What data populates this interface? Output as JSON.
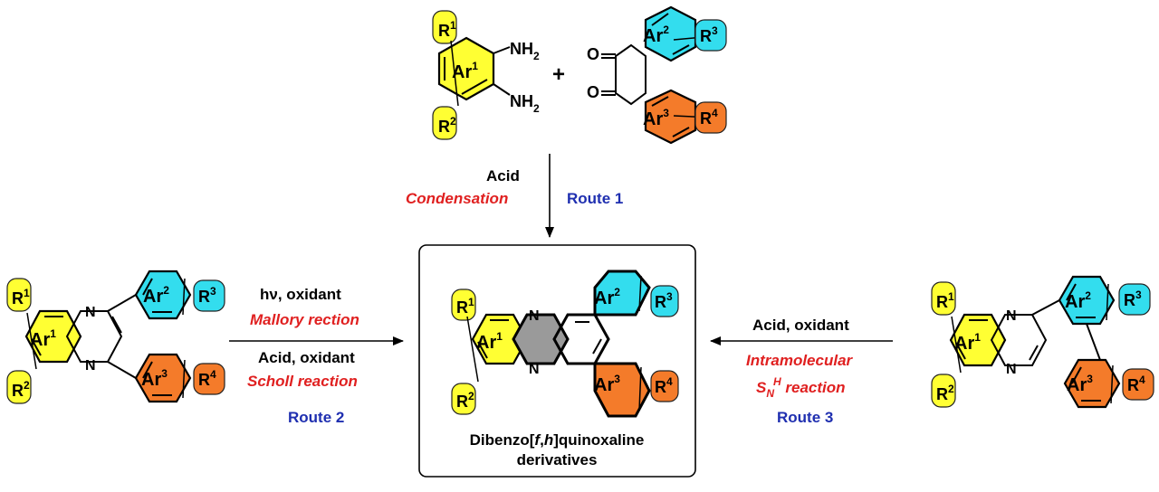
{
  "colors": {
    "ar1": "#ffff33",
    "ar2": "#33ddee",
    "ar3": "#f47b2a",
    "grey": "#9a9a9a",
    "red": "#e02020",
    "blue": "#1f2fb0",
    "black": "#000000"
  },
  "labels": {
    "R": "R",
    "Ar": "Ar",
    "N": "N",
    "O": "O",
    "NH": "NH",
    "sub2": "2",
    "plus": "+",
    "sup1": "1",
    "sup2": "2",
    "sup3": "3",
    "sup4": "4"
  },
  "route1": {
    "reagent": "Acid",
    "reaction": "Condensation",
    "name": "Route 1"
  },
  "route2": {
    "reagent1_prefix": "h",
    "reagent1_nu": "ν",
    "reagent1_rest": ", oxidant",
    "reaction1": "Mallory rection",
    "reagent2": "Acid, oxidant",
    "reaction2": "Scholl reaction",
    "name": "Route 2"
  },
  "route3": {
    "reagent": "Acid, oxidant",
    "reaction1": "Intramolecular",
    "reaction2_s": "S",
    "reaction2_sub": "N",
    "reaction2_sup": "H",
    "reaction2_rest": " reaction",
    "name": "Route 3"
  },
  "product": {
    "line1_prefix": "Dibenzo[",
    "line1_f": "f",
    "line1_comma": ",",
    "line1_h": "h",
    "line1_suffix": "]quinoxaline",
    "line2": "derivatives"
  }
}
